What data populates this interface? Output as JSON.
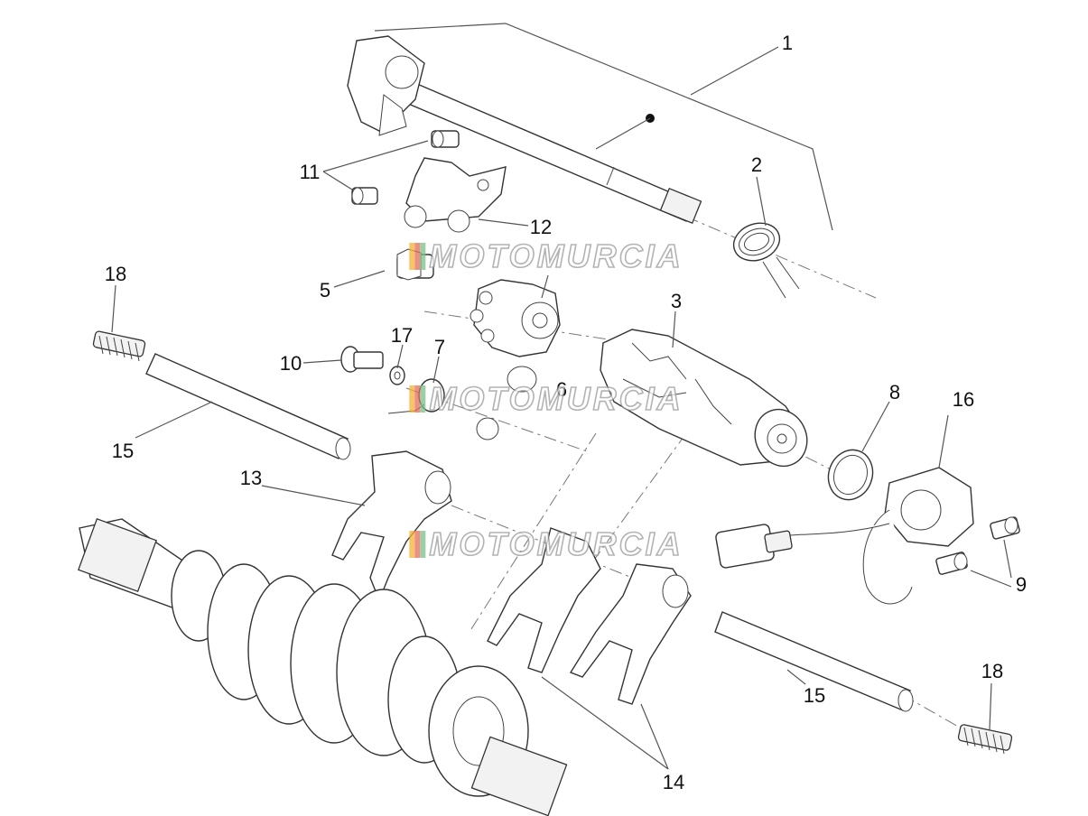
{
  "diagram": {
    "callouts": [
      {
        "id": "c1",
        "label": "1"
      },
      {
        "id": "c2",
        "label": "2"
      },
      {
        "id": "c3",
        "label": "3"
      },
      {
        "id": "c5",
        "label": "5"
      },
      {
        "id": "c6",
        "label": "6"
      },
      {
        "id": "c7",
        "label": "7"
      },
      {
        "id": "c8",
        "label": "8"
      },
      {
        "id": "c9",
        "label": "9"
      },
      {
        "id": "c10",
        "label": "10"
      },
      {
        "id": "c11",
        "label": "11"
      },
      {
        "id": "c12",
        "label": "12"
      },
      {
        "id": "c13",
        "label": "13"
      },
      {
        "id": "c14",
        "label": "14"
      },
      {
        "id": "c15a",
        "label": "15"
      },
      {
        "id": "c15b",
        "label": "15"
      },
      {
        "id": "c16",
        "label": "16"
      },
      {
        "id": "c17",
        "label": "17"
      },
      {
        "id": "c18a",
        "label": "18"
      },
      {
        "id": "c18b",
        "label": "18"
      }
    ],
    "watermark": {
      "text": "MOTOMURCIA",
      "flag_colors": [
        "#f2b233",
        "#e86a5a",
        "#7cc08a"
      ]
    }
  }
}
